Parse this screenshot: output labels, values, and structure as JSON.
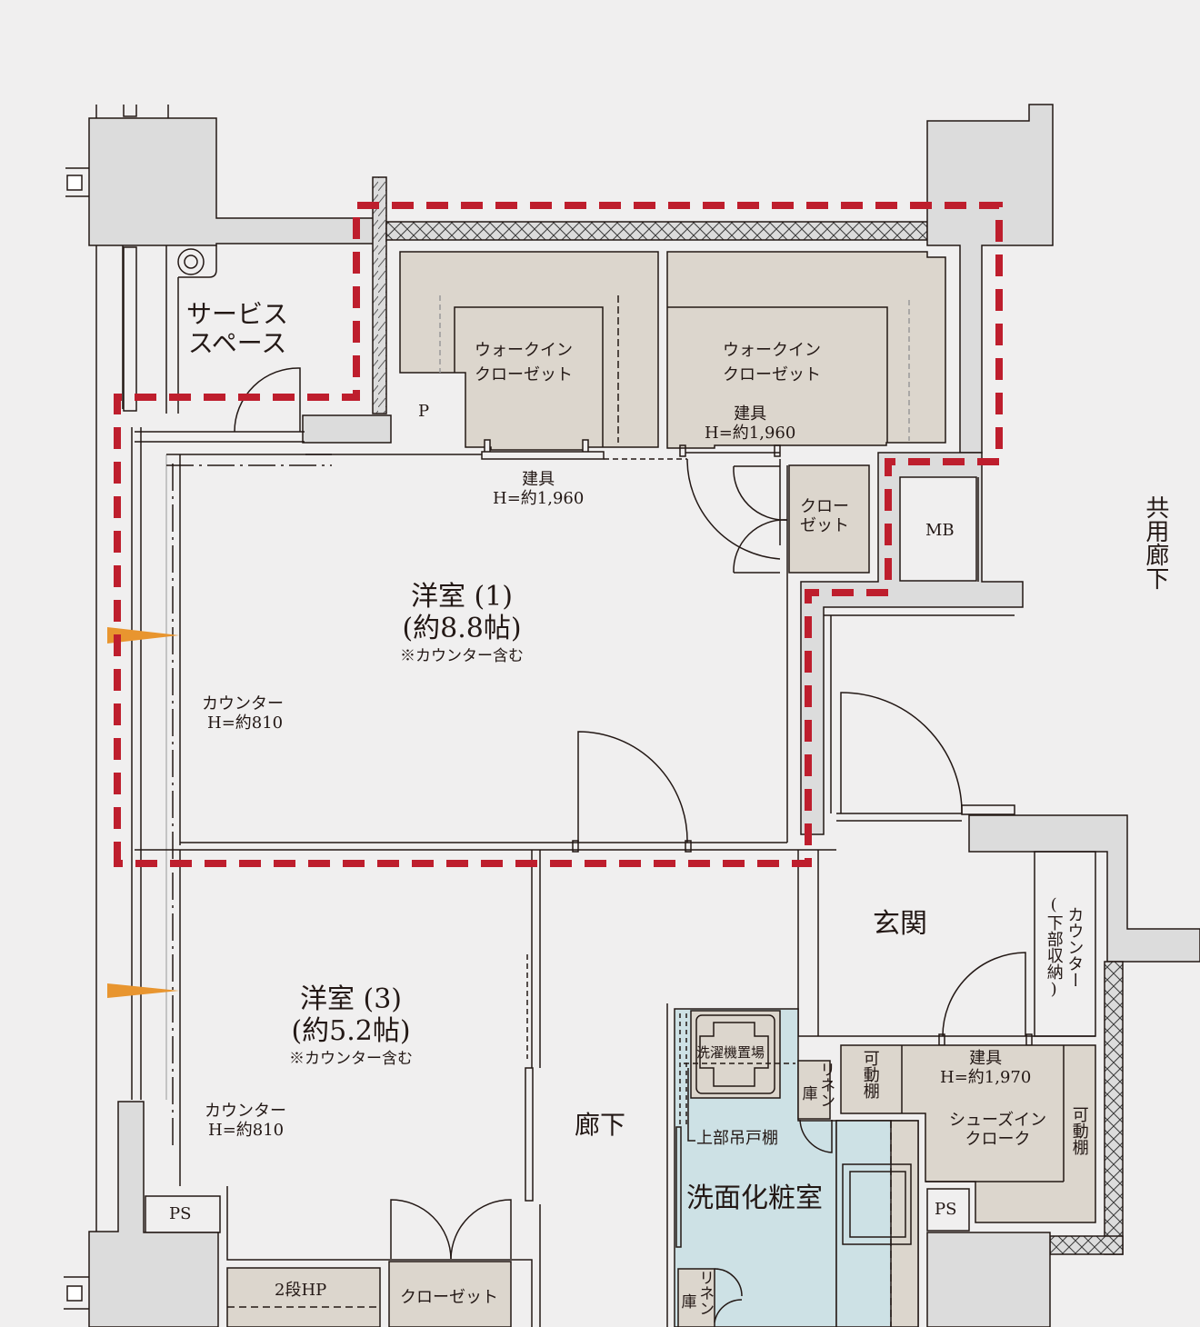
{
  "plan": {
    "colors": {
      "background": "#f0efef",
      "wall": "#dcdcdc",
      "storage": "#dcd6cd",
      "wet_area": "#cde1e5",
      "outline": "#231815",
      "highlight_dashed": "#be1e2d",
      "window_marker": "#e8952f"
    },
    "rooms": {
      "western1": {
        "name": "洋室 (1)",
        "size": "(約8.8帖)",
        "note": "※カウンター含む"
      },
      "western3": {
        "name": "洋室 (3)",
        "size": "(約5.2帖)",
        "note": "※カウンター含む"
      },
      "entrance": {
        "name": "玄関"
      },
      "hallway": {
        "name": "廊下"
      },
      "washroom": {
        "name": "洗面化粧室"
      },
      "service_space": {
        "line1": "サービス",
        "line2": "スペース"
      },
      "common_corridor": {
        "name": "共用廊下"
      }
    },
    "storage": {
      "wic1": {
        "line1": "ウォークイン",
        "line2": "クローゼット"
      },
      "wic2": {
        "line1": "ウォークイン",
        "line2": "クローゼット"
      },
      "closet_small": {
        "line1": "クロー",
        "line2": "ゼット"
      },
      "closet_bottom": {
        "name": "クローゼット"
      },
      "hanger_pipe": {
        "name": "2段HP"
      },
      "shoes_in_cloak": {
        "line1": "シューズイン",
        "line2": "クローク"
      },
      "movable_shelf_left": {
        "name": "可動棚"
      },
      "movable_shelf_right": {
        "name": "可動棚"
      },
      "linen1": {
        "col1": "リネン",
        "col2": "庫"
      },
      "linen2": {
        "col1": "リネン",
        "col2": "庫"
      },
      "counter_storage": {
        "col1": "カウンター",
        "col2": "(下部収納)"
      }
    },
    "labels": {
      "p": "P",
      "mb": "MB",
      "ps_left": "PS",
      "ps_right": "PS",
      "washer": "洗濯機置場",
      "upper_cabinet": "上部吊戸棚",
      "door1_title": "建具",
      "door1_height": "H=約1,960",
      "door2_title": "建具",
      "door2_height": "H=約1,960",
      "door3_title": "建具",
      "door3_height": "H=約1,970",
      "counter1_title": "カウンター",
      "counter1_height": "H=約810",
      "counter2_title": "カウンター",
      "counter2_height": "H=約810"
    }
  }
}
